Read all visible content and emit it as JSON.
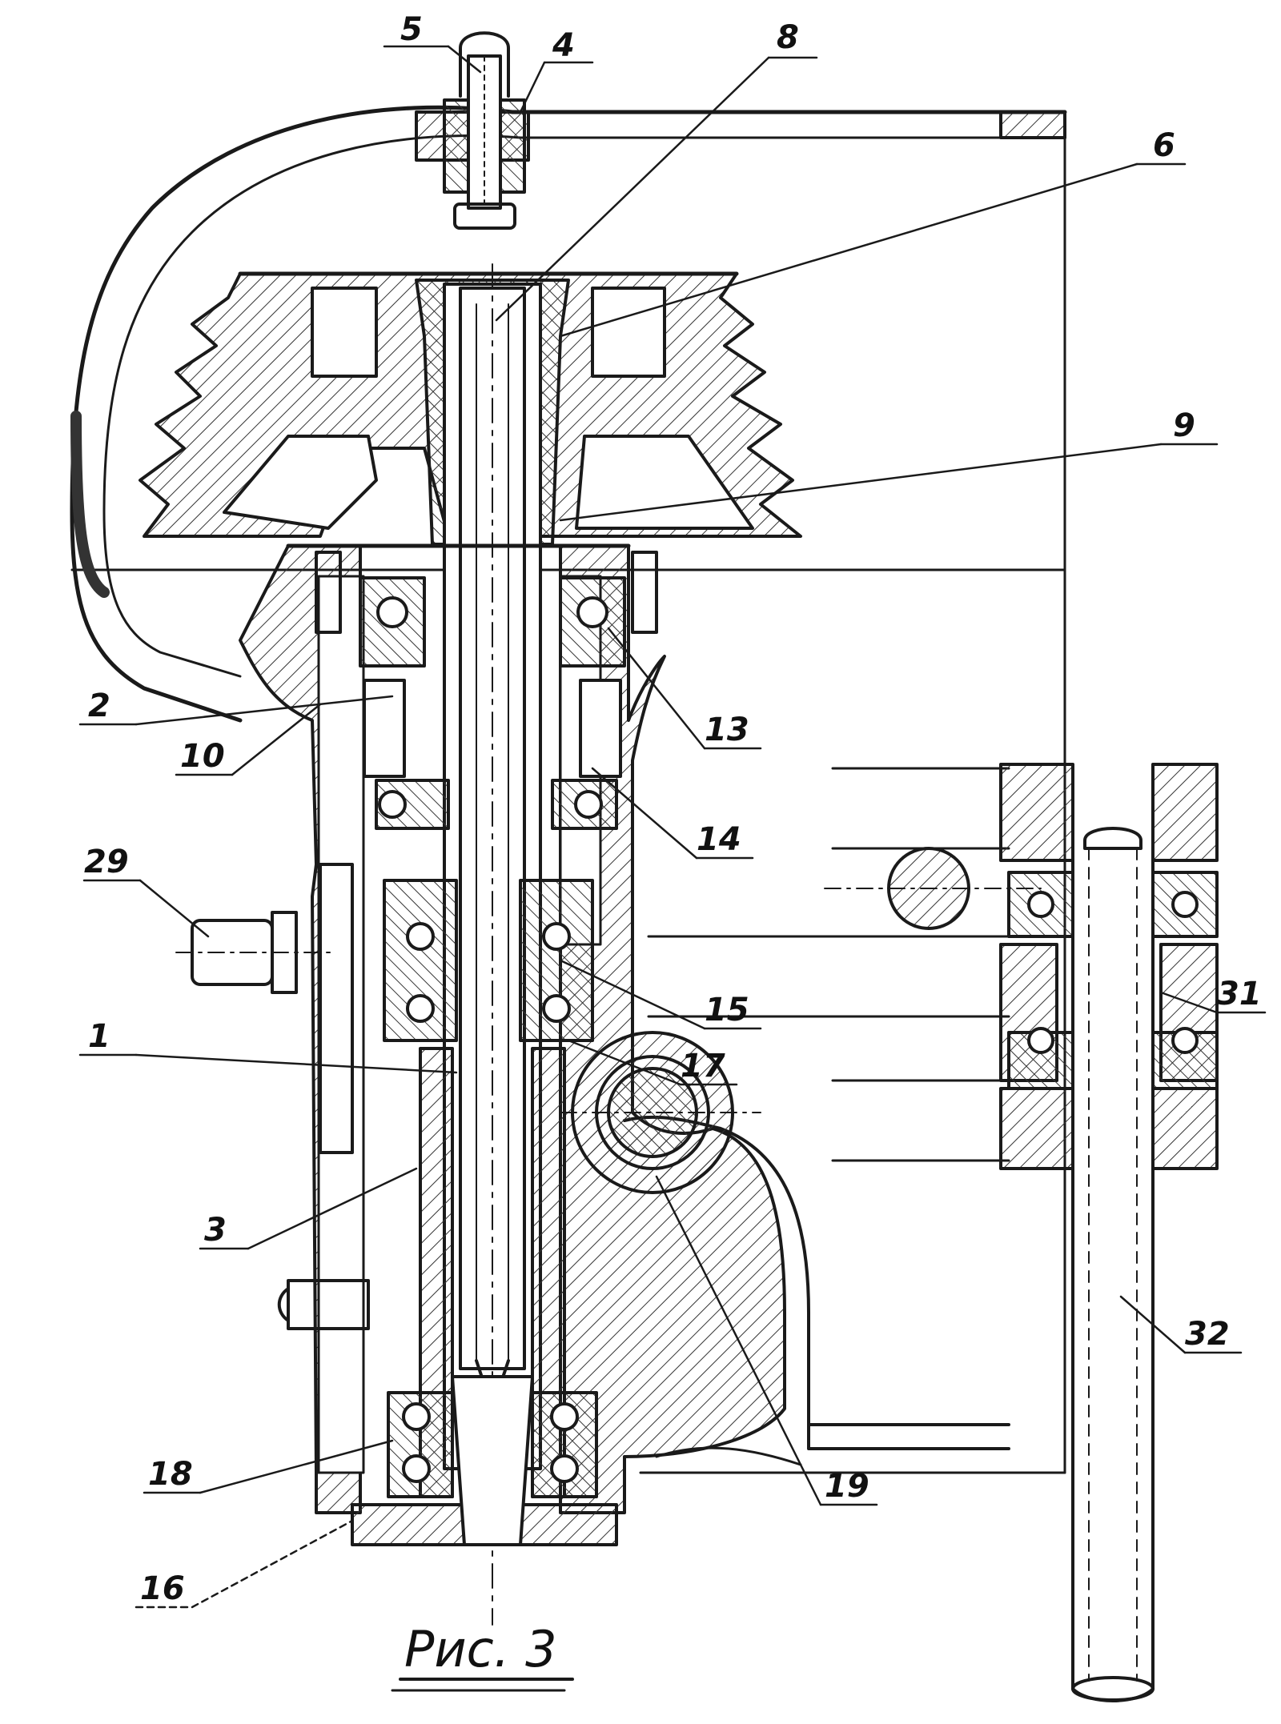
{
  "figure": {
    "caption": "Рис. 3",
    "ink_color": "#1a1a1a",
    "paper_color": "#ffffff"
  },
  "callouts": [
    "5",
    "4",
    "8",
    "6",
    "9",
    "2",
    "13",
    "10",
    "14",
    "29",
    "15",
    "31",
    "1",
    "17",
    "3",
    "32",
    "18",
    "19",
    "16"
  ]
}
